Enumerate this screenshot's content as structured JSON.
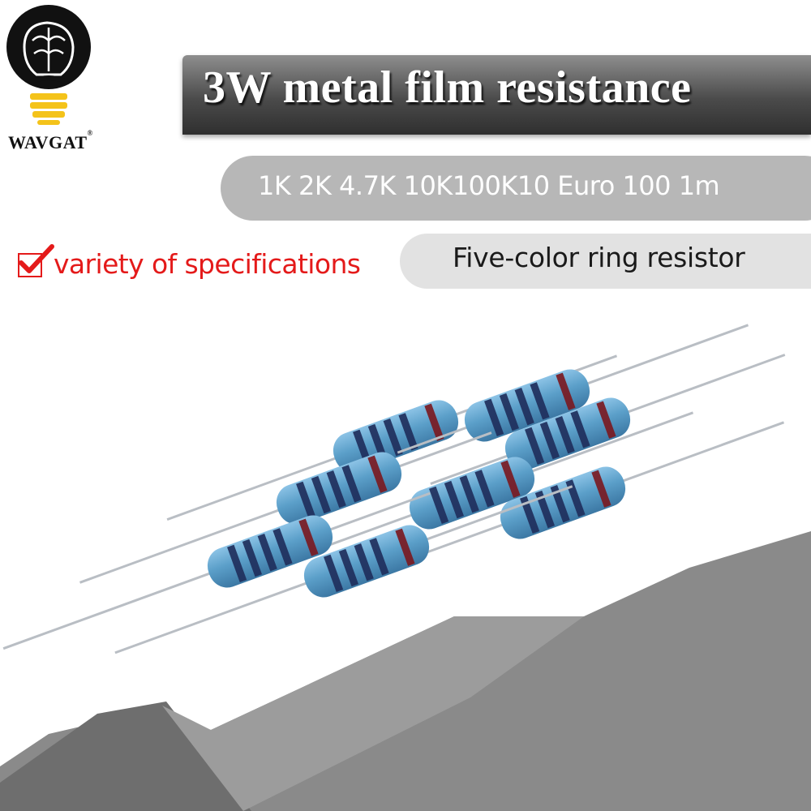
{
  "brand": {
    "name": "WAVGAT",
    "registered_mark": "®"
  },
  "banner": {
    "title": "3W metal film resistance"
  },
  "values_pill": {
    "text": "1K 2K 4.7K 10K100K10 Euro 100 1m"
  },
  "ring_pill": {
    "text": "Five-color ring resistor"
  },
  "spec": {
    "text": "variety of specifications"
  },
  "colors": {
    "resistor_body": "#5b9fc9",
    "resistor_band_dark": "#1f2f5c",
    "resistor_band_red": "#7a1a22",
    "lead_wire": "#b9bec4",
    "accent_red": "#e41a1a",
    "bulb_yellow": "#f4c31a",
    "background_gray": "#8a8a8a"
  },
  "icons": {
    "logo": "lightbulb-brain-icon",
    "check": "checkbox-check-icon"
  }
}
